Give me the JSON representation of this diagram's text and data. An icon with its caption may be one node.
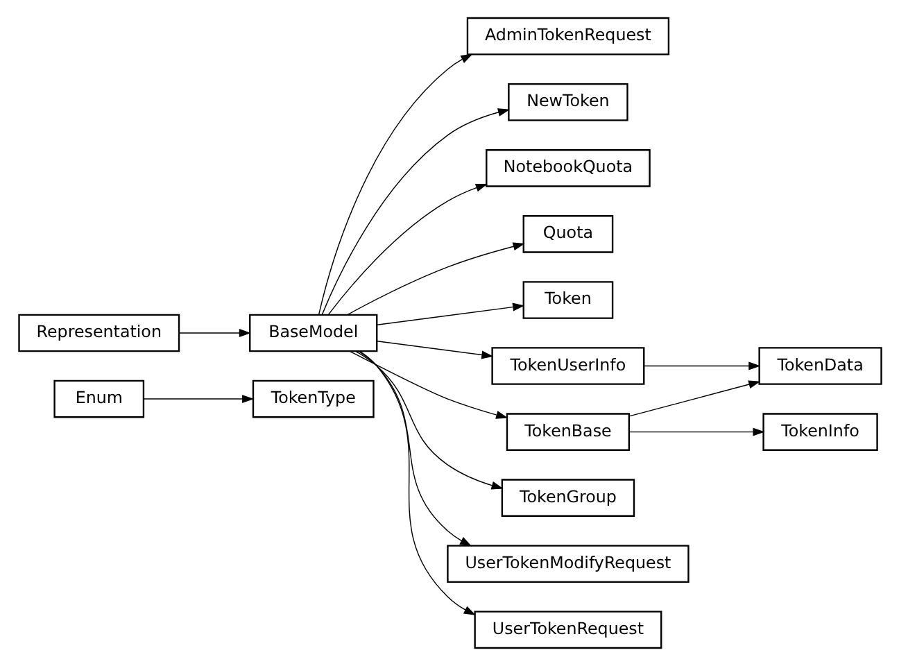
{
  "diagram": {
    "nodes": [
      {
        "text": [
          "Enum"
        ]
      },
      {
        "text": [
          "TokenType"
        ]
      },
      {
        "text": [
          "Representation"
        ]
      },
      {
        "text": [
          "BaseModel"
        ]
      },
      {
        "text": [
          "AdminTokenRequest"
        ]
      },
      {
        "text": [
          "NewToken"
        ]
      },
      {
        "text": [
          "NotebookQuota"
        ]
      },
      {
        "text": [
          "Quota"
        ]
      },
      {
        "text": [
          "Token"
        ]
      },
      {
        "text": [
          "TokenUserInfo"
        ]
      },
      {
        "text": [
          "TokenBase"
        ]
      },
      {
        "text": [
          "TokenGroup"
        ]
      },
      {
        "text": [
          "UserTokenModifyRequest"
        ]
      },
      {
        "text": [
          "UserTokenRequest"
        ]
      },
      {
        "text": [
          "TokenData"
        ]
      },
      {
        "text": [
          "TokenInfo"
        ]
      }
    ],
    "edges": [
      {
        "from": 0,
        "to": 1,
        "arrow": "to"
      },
      {
        "from": 2,
        "to": 3,
        "arrow": "to"
      },
      {
        "from": 3,
        "to": 4,
        "arrow": "to"
      },
      {
        "from": 3,
        "to": 5,
        "arrow": "to"
      },
      {
        "from": 3,
        "to": 6,
        "arrow": "to"
      },
      {
        "from": 3,
        "to": 7,
        "arrow": "to"
      },
      {
        "from": 3,
        "to": 8,
        "arrow": "to"
      },
      {
        "from": 3,
        "to": 9,
        "arrow": "to"
      },
      {
        "from": 3,
        "to": 10,
        "arrow": "to"
      },
      {
        "from": 3,
        "to": 11,
        "arrow": "to"
      },
      {
        "from": 3,
        "to": 12,
        "arrow": "to"
      },
      {
        "from": 3,
        "to": 13,
        "arrow": "to"
      },
      {
        "from": 9,
        "to": 14,
        "arrow": "to"
      },
      {
        "from": 10,
        "to": 14,
        "arrow": "to"
      },
      {
        "from": 10,
        "to": 15,
        "arrow": "to"
      }
    ]
  }
}
